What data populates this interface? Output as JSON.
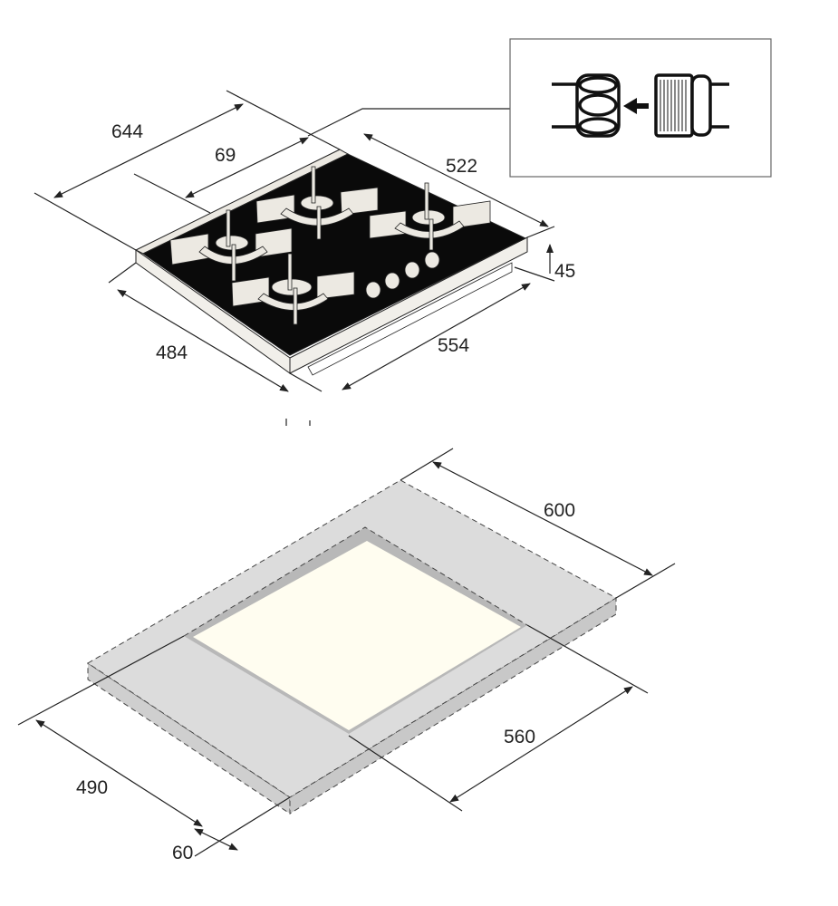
{
  "title": "Gas hob dimension drawing",
  "hob_dimensions": {
    "total_depth": "644",
    "back_offset": "69",
    "width_top": "522",
    "height": "45",
    "width_bottom": "554",
    "depth": "484"
  },
  "cutout_dimensions": {
    "worktop_width": "600",
    "cutout_width": "560",
    "cutout_depth": "490",
    "front_margin": "60"
  },
  "inset": {
    "icons": [
      "gas-connector-nut-icon",
      "arrow-left-icon",
      "gas-hose-fitting-icon"
    ]
  },
  "colors": {
    "glass": "#0a0a0a",
    "worktop": "#dcdcdc",
    "cutout": "#fffdf0",
    "line": "#222222"
  }
}
